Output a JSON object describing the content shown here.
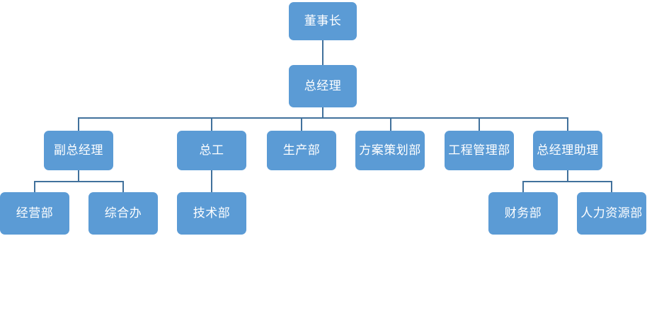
{
  "chart": {
    "type": "org-chart",
    "title": "",
    "node_fill_color": "#5B9BD5",
    "connector_color": "#41719C",
    "text_color": "#FFFFFF",
    "background_color": "#FFFFFF",
    "levels": 4,
    "node_count": 14
  },
  "nodes": {
    "chairman": {
      "label": "董事长",
      "level": 1
    },
    "general_manager": {
      "label": "总经理",
      "level": 2
    },
    "deputy_general_manager": {
      "label": "副总经理",
      "level": 3
    },
    "chief_engineer": {
      "label": "总工",
      "level": 3
    },
    "production_dept": {
      "label": "生产部",
      "level": 3
    },
    "planning_dept": {
      "label": "方案策划部",
      "level": 3
    },
    "engineering_mgmt_dept": {
      "label": "工程管理部",
      "level": 3
    },
    "gm_assistant": {
      "label": "总经理助理",
      "level": 3
    },
    "operations_dept": {
      "label": "经营部",
      "level": 4
    },
    "general_affairs_office": {
      "label": "综合办",
      "level": 4
    },
    "technology_dept": {
      "label": "技术部",
      "level": 4
    },
    "finance_dept": {
      "label": "财务部",
      "level": 4
    },
    "hr_dept": {
      "label": "人力资源部",
      "level": 4
    }
  },
  "chart_data": {
    "type": "diagram",
    "diagram_type": "organizational-hierarchy",
    "title": "",
    "root": {
      "label": "董事长",
      "children": [
        {
          "label": "总经理",
          "children": [
            {
              "label": "副总经理",
              "children": [
                {
                  "label": "经营部",
                  "children": []
                },
                {
                  "label": "综合办",
                  "children": []
                }
              ]
            },
            {
              "label": "总工",
              "children": [
                {
                  "label": "技术部",
                  "children": []
                }
              ]
            },
            {
              "label": "生产部",
              "children": []
            },
            {
              "label": "方案策划部",
              "children": []
            },
            {
              "label": "工程管理部",
              "children": []
            },
            {
              "label": "总经理助理",
              "children": [
                {
                  "label": "财务部",
                  "children": []
                },
                {
                  "label": "人力资源部",
                  "children": []
                }
              ]
            }
          ]
        }
      ]
    }
  }
}
